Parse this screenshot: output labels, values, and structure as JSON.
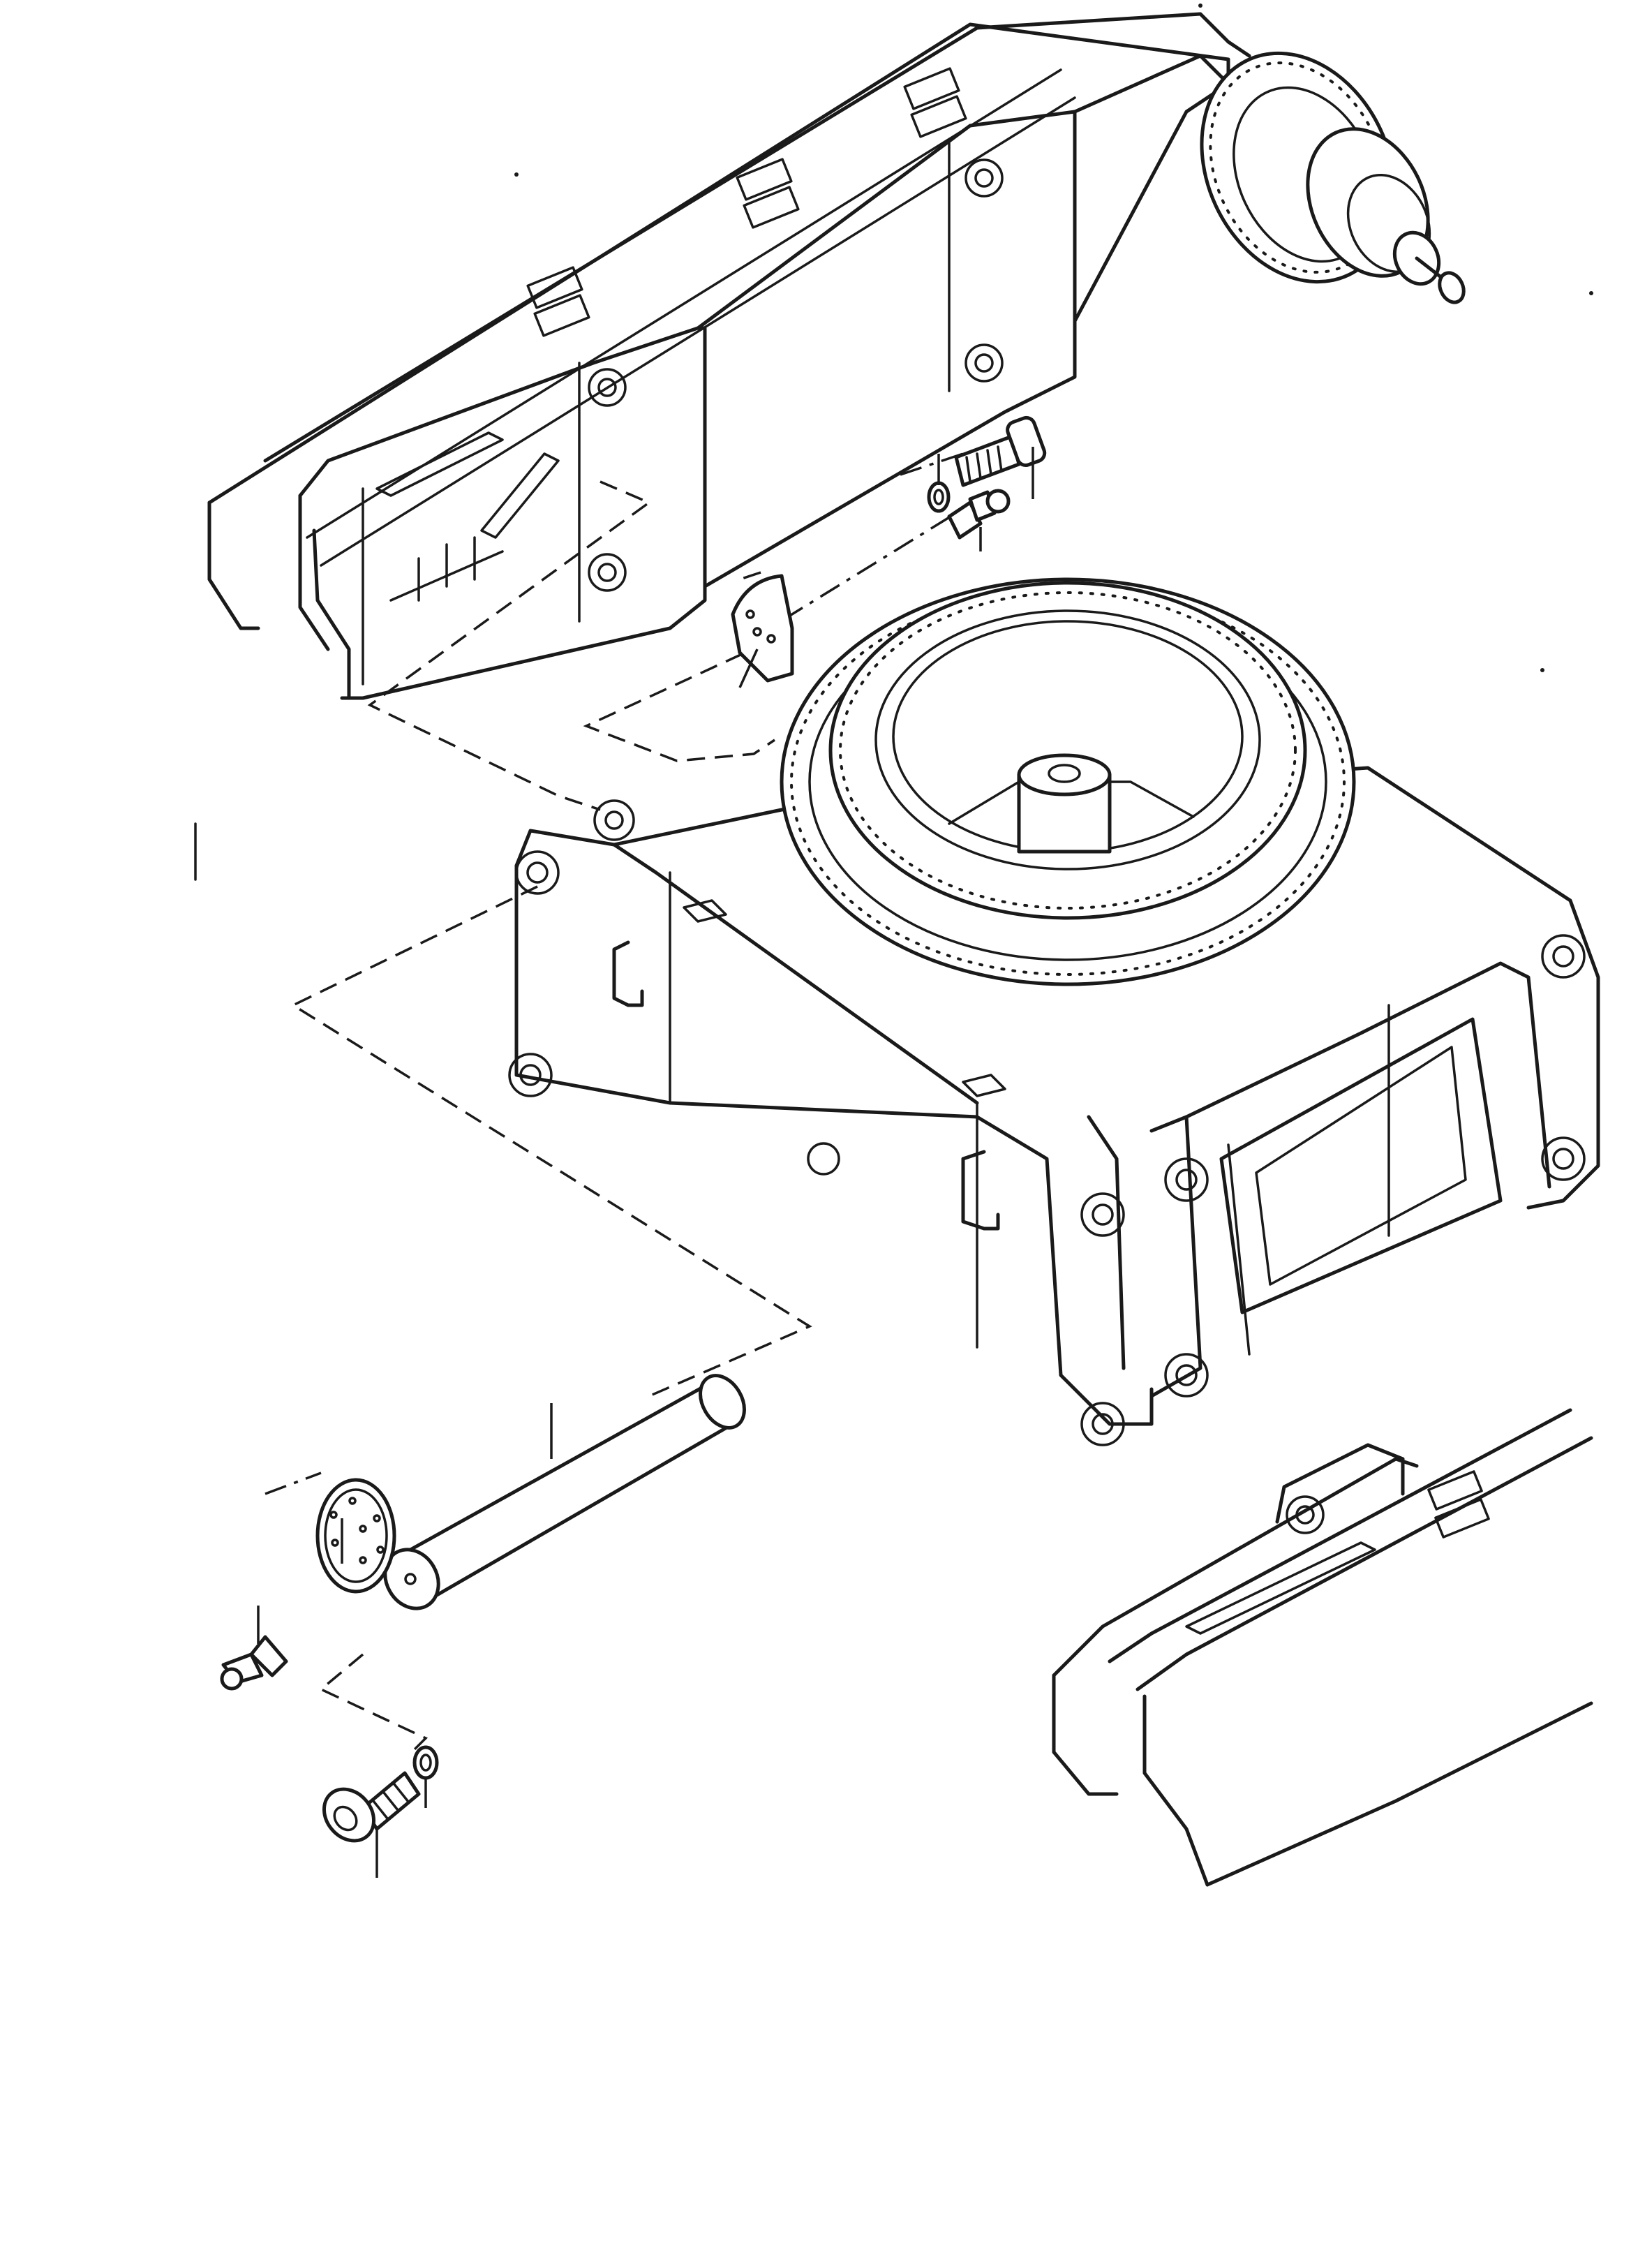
{
  "drawing": {
    "components": [
      {
        "id": "upper-arm-frame",
        "icon": "boom-arm-drawing"
      },
      {
        "id": "slewing-ring-frame",
        "icon": "turntable-drawing"
      },
      {
        "id": "lower-arm-frame",
        "icon": "boom-arm-drawing"
      },
      {
        "id": "pivot-pin",
        "icon": "pin-drawing"
      },
      {
        "id": "retaining-plate-upper",
        "icon": "plate-drawing"
      },
      {
        "id": "retaining-plate-lower",
        "icon": "disc-drawing"
      },
      {
        "id": "cap-screw-upper",
        "icon": "bolt-drawing"
      },
      {
        "id": "cap-screw-lower",
        "icon": "bolt-drawing"
      },
      {
        "id": "lock-washer-upper",
        "icon": "washer-drawing"
      },
      {
        "id": "lock-washer-lower",
        "icon": "washer-drawing"
      },
      {
        "id": "grease-nipple-upper",
        "icon": "grease-fitting-drawing"
      },
      {
        "id": "grease-nipple-lower",
        "icon": "grease-fitting-drawing"
      }
    ],
    "leader_lines": 9,
    "line_color": "#1a1a1a",
    "background": "#ffffff"
  }
}
